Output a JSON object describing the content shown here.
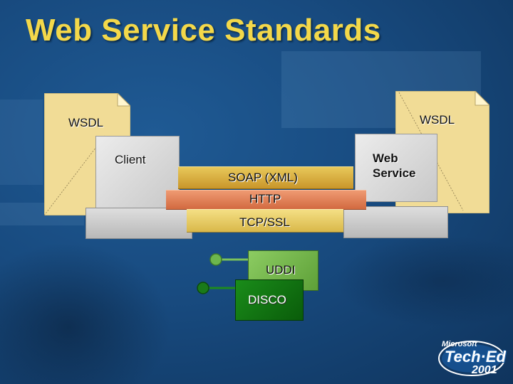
{
  "slide": {
    "title": "Web Service Standards"
  },
  "diagram": {
    "client_wsdl": "WSDL",
    "server_wsdl": "WSDL",
    "client": "Client",
    "web_service_line1": "Web",
    "web_service_line2": "Service",
    "layers": {
      "soap": "SOAP (XML)",
      "http": "HTTP",
      "transport": "TCP/SSL"
    },
    "discovery": {
      "uddi": "UDDI",
      "disco": "DISCO"
    }
  },
  "logo": {
    "company": "Microsoft",
    "event": "Tech·Ed",
    "year": "2001"
  },
  "colors": {
    "title": "#f3d84a",
    "background": "#184b80",
    "document": "#f1dc96",
    "computer": "#d4d4d4",
    "soap_band": "#d4a834",
    "http_band": "#e07e55",
    "tcp_band": "#ead067",
    "uddi_box": "#67b041",
    "disco_box": "#117a11"
  }
}
